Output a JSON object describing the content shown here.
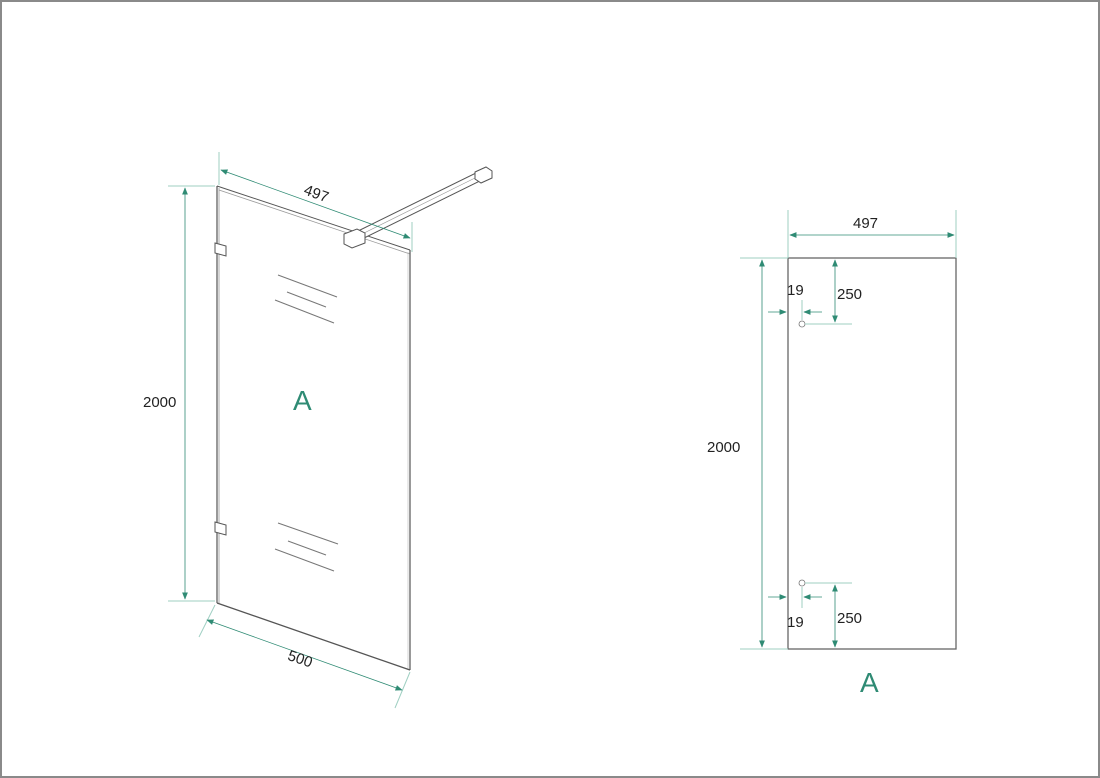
{
  "drawing": {
    "colors": {
      "dimension_line": "#2f8b74",
      "extension_line": "#9fcfc2",
      "outline": "#555555",
      "frame_border": "#8a8a8a"
    },
    "left_view": {
      "name": "perspective-view",
      "panel_label": "A",
      "dim_top_width": "497",
      "dim_bottom_width": "500",
      "dim_height": "2000"
    },
    "right_view": {
      "name": "elevation-view",
      "panel_label": "A",
      "dim_width": "497",
      "dim_height": "2000",
      "dim_top_offset_vertical": "250",
      "dim_top_offset_horizontal": "19",
      "dim_bottom_offset_vertical": "250",
      "dim_bottom_offset_horizontal": "19"
    }
  }
}
